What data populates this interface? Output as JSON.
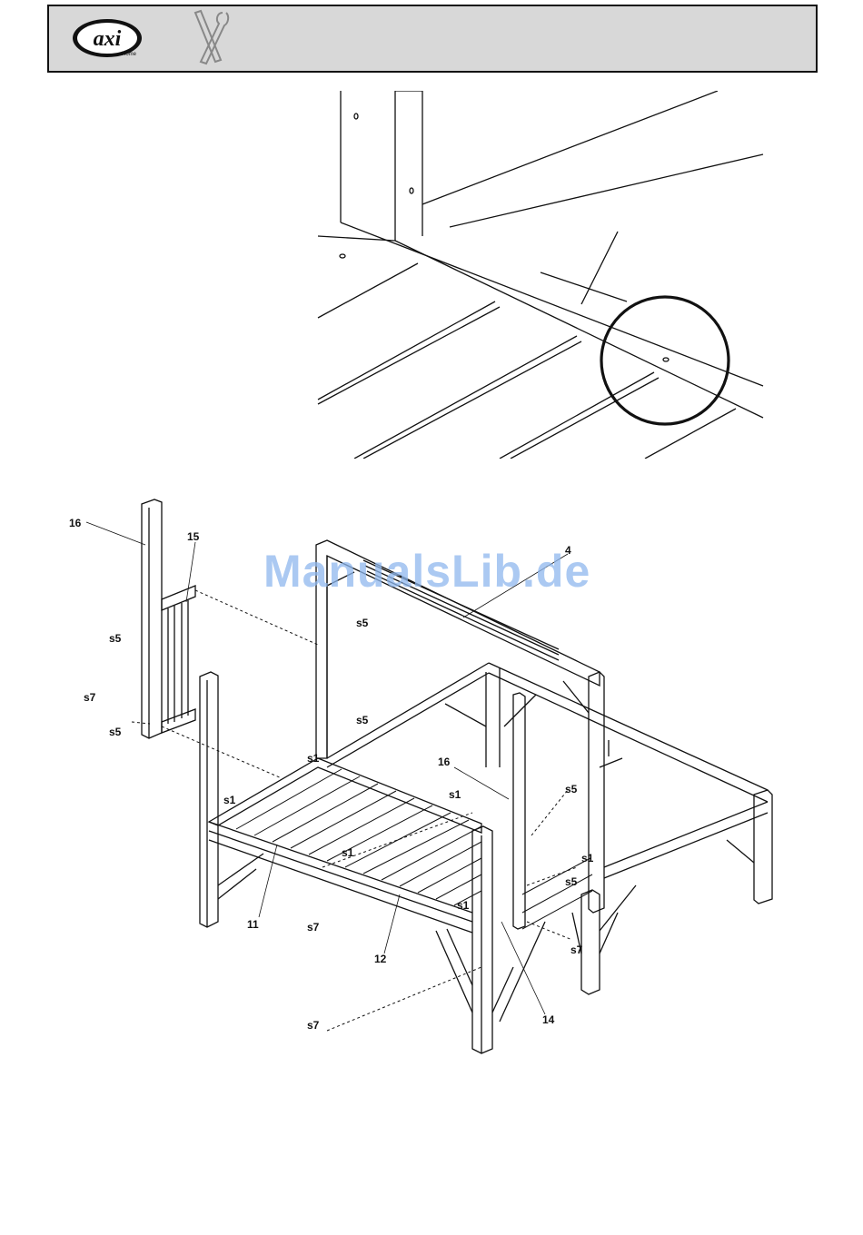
{
  "header": {
    "logo_text": "axi",
    "logo_sub": "Home"
  },
  "watermark": "ManualsLib.de",
  "callouts": {
    "part_16a": "16",
    "part_15": "15",
    "part_4": "4",
    "part_16b": "16",
    "part_11": "11",
    "part_12": "12",
    "part_14": "14",
    "s5_a": "s5",
    "s5_b": "s5",
    "s5_c": "s5",
    "s5_d": "s5",
    "s5_e": "s5",
    "s5_f": "s5",
    "s7_a": "s7",
    "s7_b": "s7",
    "s7_c": "s7",
    "s7_d": "s7",
    "s1_a": "s1",
    "s1_b": "s1",
    "s1_c": "s1",
    "s1_d": "s1",
    "s1_e": "s1",
    "s1_f": "s1"
  },
  "colors": {
    "header_bg": "#d8d8d8",
    "line": "#111111",
    "watermark": "#8fb8ee"
  },
  "icons": [
    "axi-logo-icon",
    "tools-icon",
    "detail-circle-icon"
  ]
}
